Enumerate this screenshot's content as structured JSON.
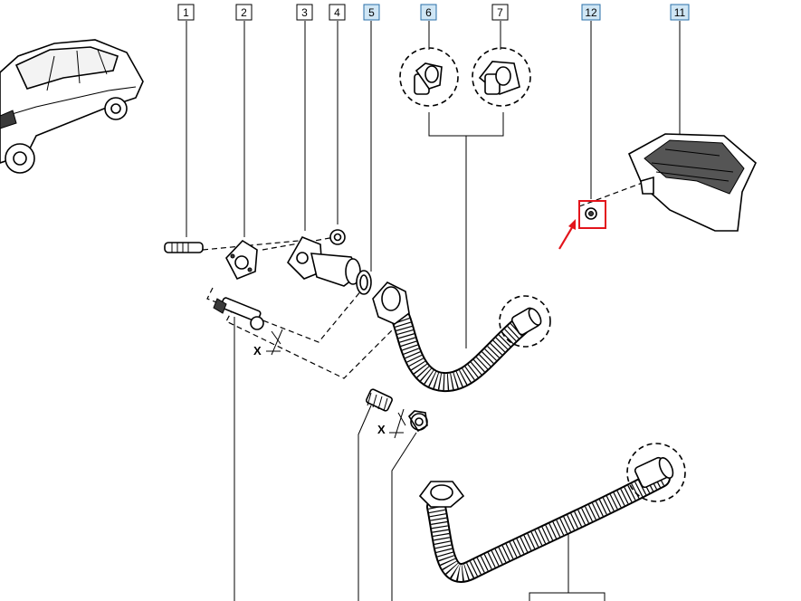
{
  "callouts": [
    {
      "id": "1",
      "boxed": false
    },
    {
      "id": "2",
      "boxed": false
    },
    {
      "id": "3",
      "boxed": false
    },
    {
      "id": "4",
      "boxed": false
    },
    {
      "id": "5",
      "boxed": true
    },
    {
      "id": "6",
      "boxed": true
    },
    {
      "id": "7",
      "boxed": false
    },
    {
      "id": "12",
      "boxed": true
    },
    {
      "id": "11",
      "boxed": true
    }
  ],
  "dimension_labels": [
    "X",
    "X"
  ],
  "colors": {
    "callout_fill_boxed": "#cfe6f5",
    "callout_border_boxed": "#2a6fa8",
    "highlight": "#e3141b",
    "line": "#000000"
  },
  "icons": [
    "car-thumbnail-icon",
    "highlight-arrow-icon"
  ]
}
